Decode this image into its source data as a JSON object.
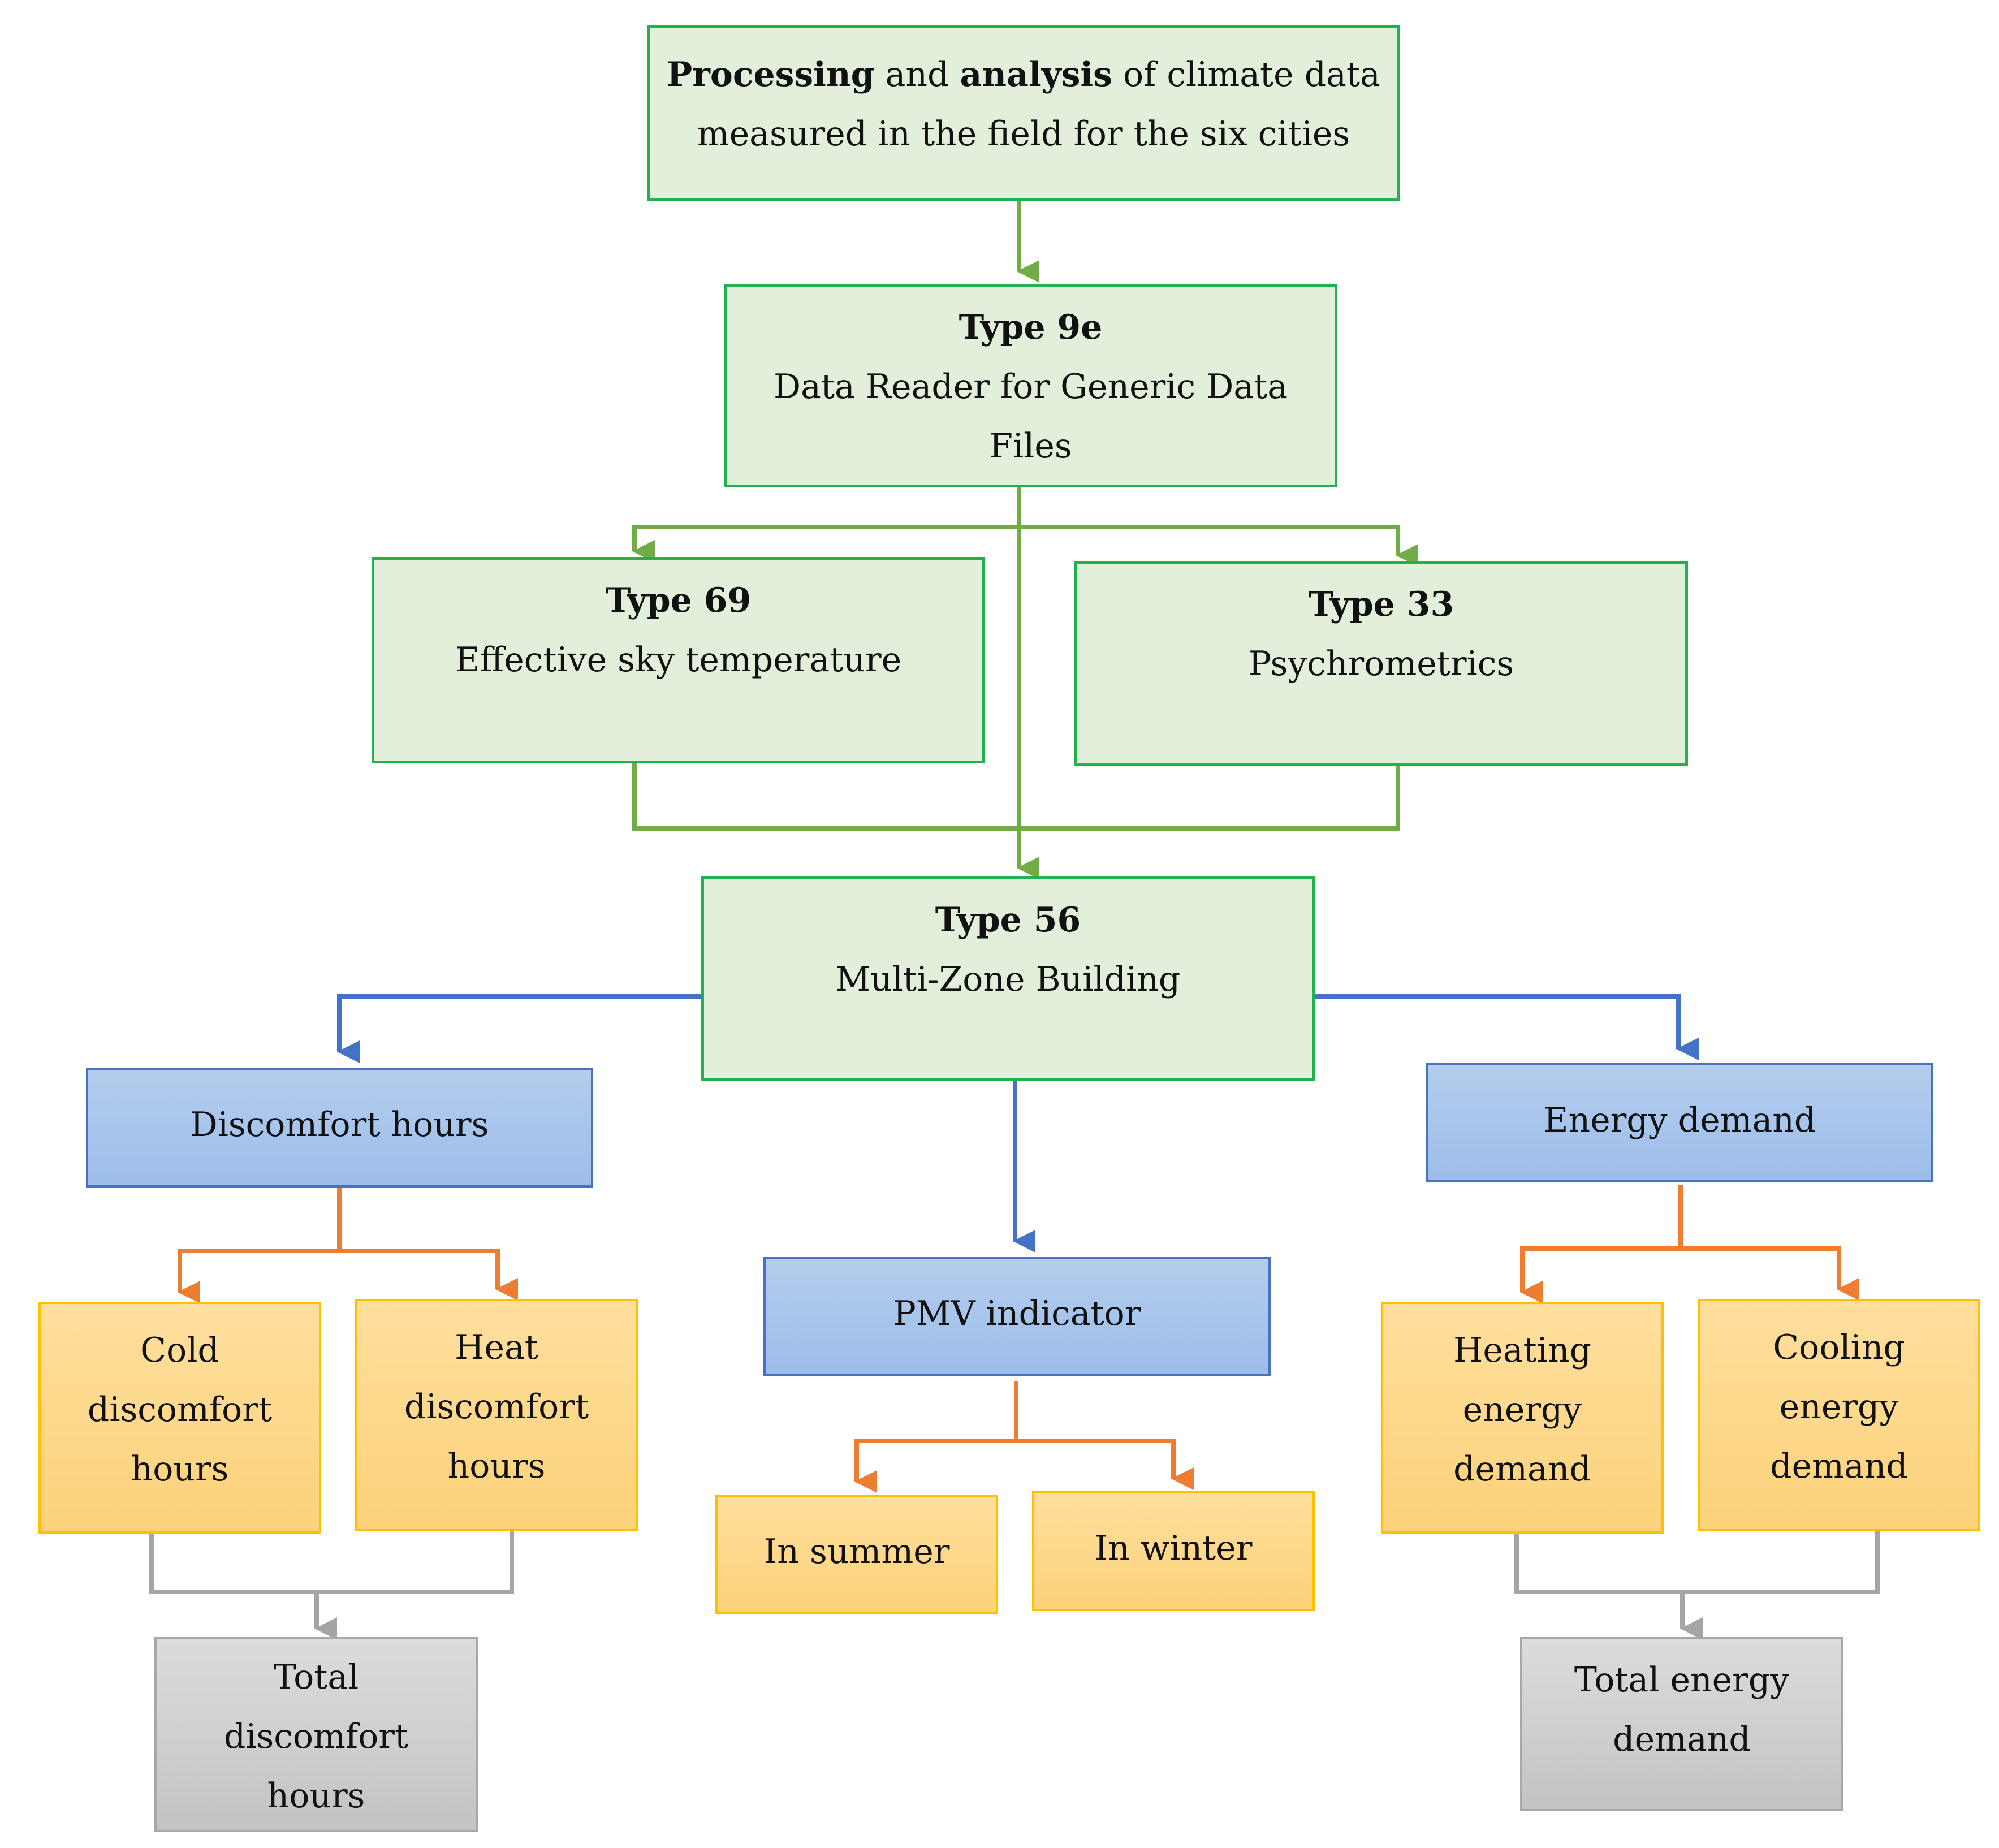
{
  "diagram": {
    "nodes": {
      "processing": {
        "line1_bold1": "Processing",
        "line1_mid": " and ",
        "line1_bold2": "analysis",
        "line1_end": " of climate data",
        "line2": "measured in the field for the six cities"
      },
      "type9e": {
        "title": "Type 9e",
        "line1": "Data Reader for Generic Data",
        "line2": "Files"
      },
      "type69": {
        "title": "Type 69",
        "line1": "Effective sky temperature"
      },
      "type33": {
        "title": "Type 33",
        "line1": "Psychrometrics"
      },
      "type56": {
        "title": "Type 56",
        "line1": "Multi-Zone Building"
      },
      "discomfort_hours": {
        "label": "Discomfort hours"
      },
      "pmv_indicator": {
        "label": "PMV indicator"
      },
      "energy_demand": {
        "label": "Energy demand"
      },
      "cold_discomfort": {
        "lines": [
          "Cold",
          "discomfort",
          "hours"
        ]
      },
      "heat_discomfort": {
        "lines": [
          "Heat",
          "discomfort",
          "hours"
        ]
      },
      "in_summer": {
        "label": "In summer"
      },
      "in_winter": {
        "label": "In winter"
      },
      "heating_energy": {
        "lines": [
          "Heating",
          "energy",
          "demand"
        ]
      },
      "cooling_energy": {
        "lines": [
          "Cooling",
          "energy",
          "demand"
        ]
      },
      "total_discomfort": {
        "lines": [
          "Total",
          "discomfort",
          "hours"
        ]
      },
      "total_energy": {
        "lines": [
          "Total energy",
          "demand"
        ]
      }
    },
    "colors": {
      "green_line": "#70ad47",
      "blue_line": "#4472c4",
      "orange_line": "#ed7d31",
      "gray_line": "#a5a5a5"
    }
  }
}
